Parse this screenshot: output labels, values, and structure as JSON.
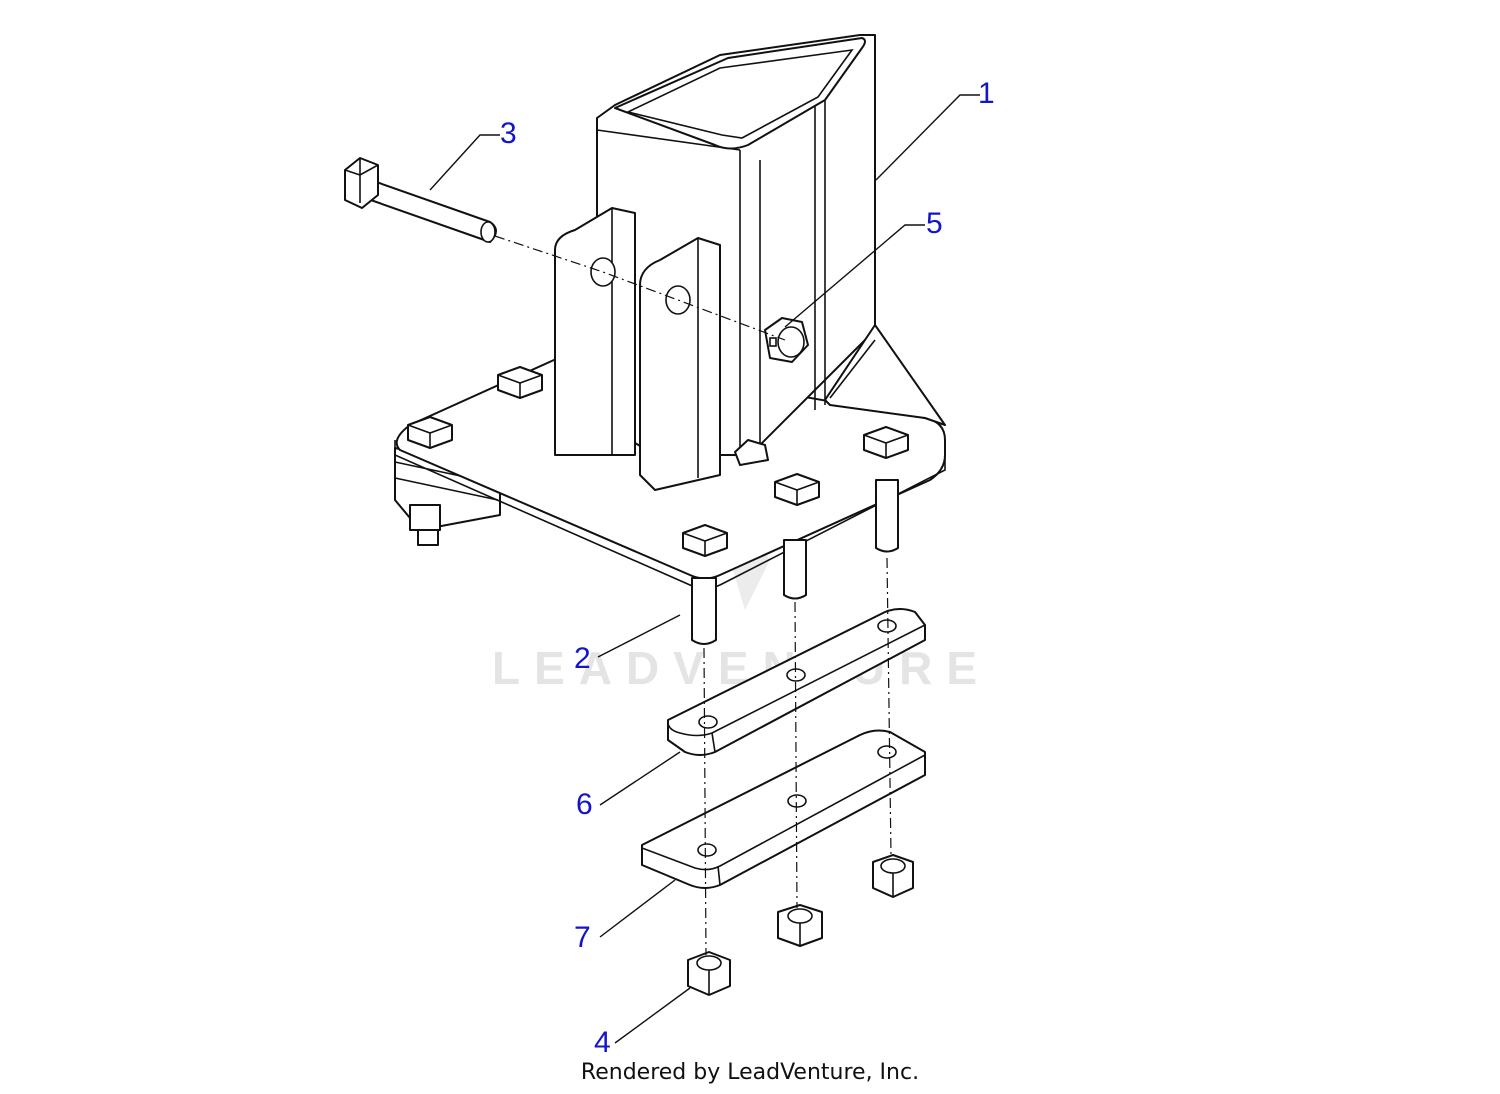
{
  "callouts": {
    "c1": "1",
    "c2": "2",
    "c3": "3",
    "c4": "4",
    "c5": "5",
    "c6": "6",
    "c7": "7"
  },
  "watermark": "LEADVENTURE",
  "credit": "Rendered by LeadVenture, Inc.",
  "colors": {
    "callout": "#1414c8",
    "line": "#111111",
    "watermark": "#e4e4e4"
  }
}
